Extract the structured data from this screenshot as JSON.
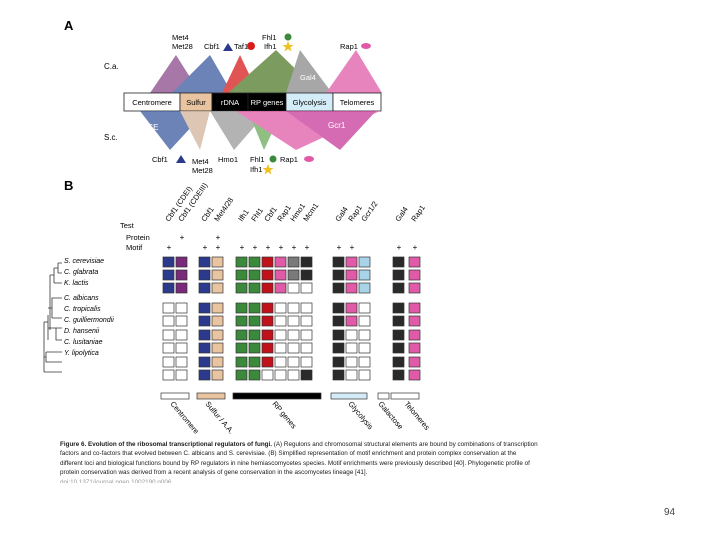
{
  "panelA": {
    "label": "A",
    "species_top": "C.a.",
    "species_bottom": "S.c.",
    "elements": [
      "Centromere",
      "Sulfur",
      "rDNA",
      "RP genes",
      "Glycolysis",
      "Telomeres"
    ],
    "element_fill": [
      "#ffffff",
      "#e8c4a0",
      "#000000",
      "#000000",
      "#d4ecf7",
      "#ffffff"
    ],
    "element_text": [
      "#000000",
      "#000000",
      "#ffffff",
      "#ffffff",
      "#000000",
      "#000000"
    ],
    "top_labels": {
      "met4": "Met4",
      "met28": "Met28",
      "cbf1": "Cbf1",
      "taf1": "Taf1",
      "fhl1": "Fhl1",
      "ifh1": "Ifh1",
      "rap1": "Rap1",
      "gal4": "Gal4"
    },
    "bottom_labels": {
      "cbf1": "Cbf1",
      "met4": "Met4",
      "met28": "Met28",
      "hmo1": "Hmo1",
      "fhl1": "Fhl1",
      "ifh1": "Ifh1",
      "rap1": "Rap1",
      "gcr1": "Gcr1",
      "cse": "CSE"
    }
  },
  "panelB": {
    "label": "B",
    "col_labels": [
      "Cbf1 (CDEI)",
      "Cbf1 (CDEIII)",
      "Cbf1",
      "Met4/28",
      "Ifh1",
      "Fhl1",
      "Cbf1",
      "Rap1",
      "Hmo1",
      "Mcm1",
      "Gal4",
      "Rap1",
      "Gcr1/2",
      "Gal4",
      "Rap1"
    ],
    "row_header_test": "Test",
    "row_header_protein": "Protein",
    "row_header_motif": "Motif",
    "protein_marks": [
      "",
      "+",
      "",
      "+",
      "",
      "",
      "",
      "",
      "",
      "",
      "",
      "",
      "",
      "",
      ""
    ],
    "motif_marks": [
      "+",
      "",
      "+",
      "+",
      "+",
      "+",
      "+",
      "+",
      "+",
      "+",
      "+",
      "+",
      "",
      "+",
      "+"
    ],
    "species": [
      "S. cerevisiae",
      "C. glabrata",
      "K. lactis",
      "C. albicans",
      "C. tropicalis",
      "C. guilliermondii",
      "D. hansenii",
      "C. lusitaniae",
      "Y. lipolytica"
    ],
    "categories": [
      "Centromere",
      "Sulfur / A.A.",
      "RP genes",
      "Glycolysis",
      "Galactose",
      "Telomeres"
    ],
    "category_fill": [
      "#ffffff",
      "#e8c4a0",
      "#000000",
      "#d4ecf7",
      "#ffffff",
      "#ffffff"
    ]
  },
  "caption": {
    "title": "Figure 6. Evolution of the ribosomal transcriptional regulators of fungi.",
    "body": " (A) Regulons and chromosomal structural elements are bound by combinations of transcription factors and co-factors that evolved between C. albicans and S. cerevisiae. (B) Simplified representation of motif enrichment and protein complex conservation at the different loci and biological functions bound by RP regulators in nine hemiascomycetes species. Motif enrichments were previously described [40]. Phylogenetic profile of protein conservation was derived from a recent analysis of gene conservation in the ascomycetes lineage [41].",
    "doi": "doi:10.1371/journal.pgen.1002190.g006"
  },
  "page_number": "94",
  "colors": {
    "blue": "#2b3a8c",
    "purple": "#7a2a7a",
    "tan": "#e8c4a0",
    "green": "#3b8a3b",
    "red": "#c0121b",
    "gray": "#7a7a7a",
    "dark": "#2a2a2a",
    "pink": "#e05aa8",
    "lightblue": "#a8d4ea"
  },
  "icons": [
    "triangle-icon",
    "star-icon",
    "ellipse-icon",
    "circle-icon",
    "tree-icon"
  ]
}
